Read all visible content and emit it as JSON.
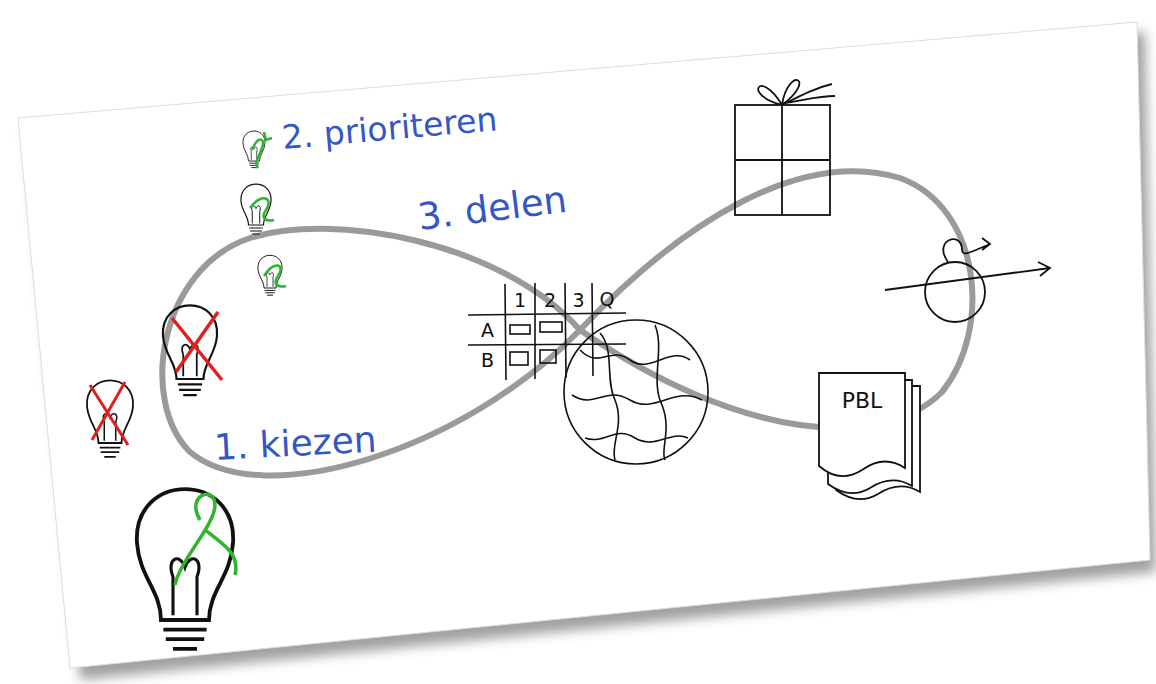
{
  "diagram": {
    "nodes": [
      {
        "text": [
          "PBL"
        ]
      }
    ],
    "labels": [
      "1. kiezen",
      "2. prioriteren",
      "3. delen",
      "1",
      "2",
      "3",
      "Q",
      "A",
      "B"
    ]
  }
}
